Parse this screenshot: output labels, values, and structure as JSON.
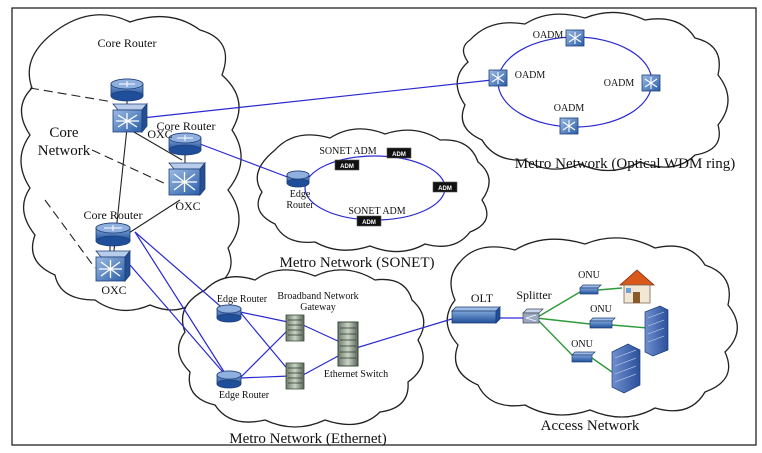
{
  "core": {
    "title": "Core\nNetwork",
    "title_line1": "Core",
    "title_line2": "Network",
    "router_label": "Core Router",
    "oxc_label": "OXC"
  },
  "wdm": {
    "title": "Metro Network (Optical WDM ring)",
    "oadm_label": "OADM"
  },
  "sonet": {
    "title": "Metro Network (SONET)",
    "adm_label": "SONET ADM",
    "adm_box_label": "ADM",
    "edge_router": "Edge\nRouter",
    "edge_line1": "Edge",
    "edge_line2": "Router"
  },
  "ethernet": {
    "title": "Metro Network (Ethernet)",
    "edge_router": "Edge Router",
    "gateway_line1": "Broadband Network",
    "gateway_line2": "Gateway",
    "switch_label": "Ethernet Switch"
  },
  "access": {
    "title": "Access Network",
    "olt": "OLT",
    "splitter": "Splitter",
    "onu": "ONU"
  },
  "colors": {
    "link": "#2a2ad0",
    "fiber": "#2f9a3a",
    "device": "#2f5fa8"
  }
}
